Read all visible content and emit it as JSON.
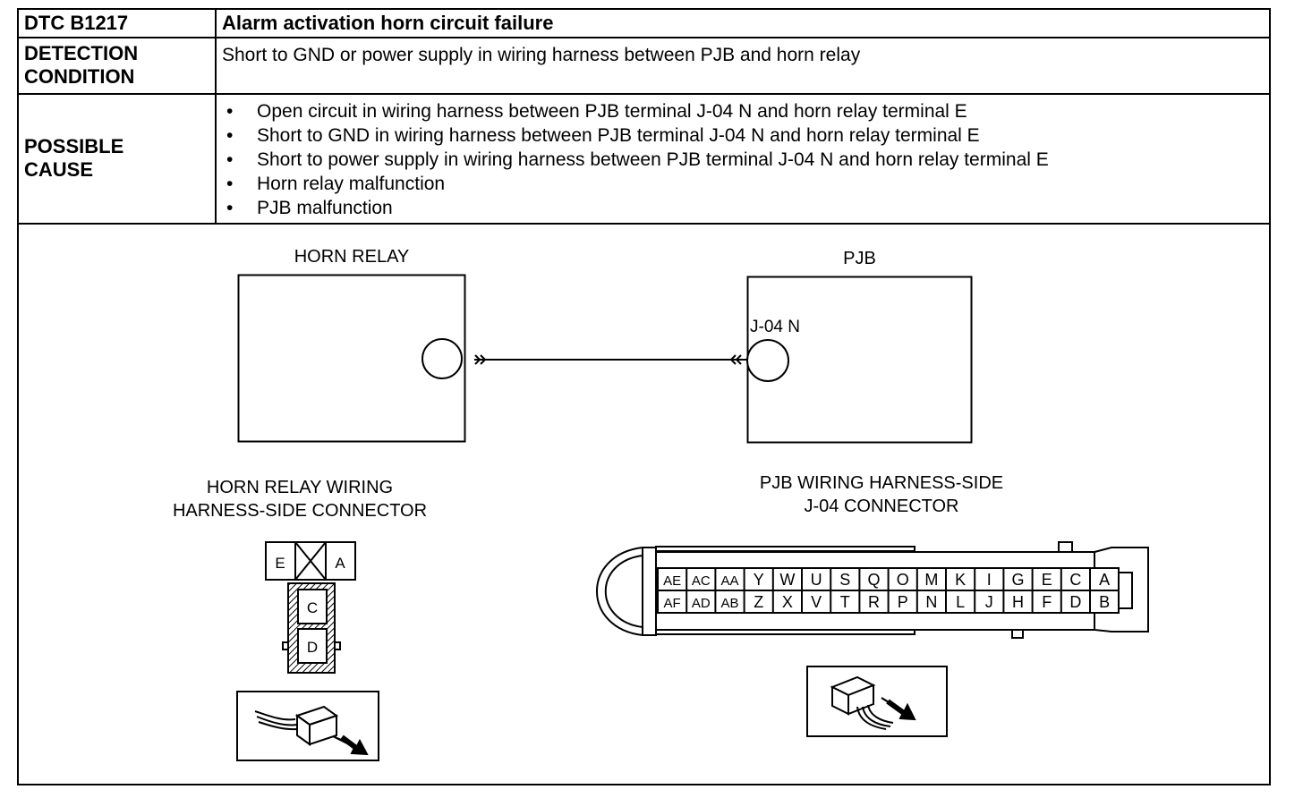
{
  "header": {
    "dtc_code": "DTC B1217",
    "title": "Alarm activation horn circuit failure"
  },
  "detection": {
    "label_line1": "DETECTION",
    "label_line2": "CONDITION",
    "text": "Short to GND or power supply in wiring harness between PJB and horn relay"
  },
  "possible_cause": {
    "label_line1": "POSSIBLE",
    "label_line2": "CAUSE",
    "items": [
      "Open circuit in wiring harness between PJB terminal J-04 N and horn relay terminal E",
      "Short to GND in wiring harness between PJB terminal J-04 N and horn relay terminal E",
      "Short to power supply in wiring harness between PJB terminal J-04 N and horn relay terminal E",
      "Horn relay malfunction",
      "PJB malfunction"
    ]
  },
  "diagram": {
    "horn_relay_title": "HORN RELAY",
    "horn_relay_terminal": "E",
    "pjb_title": "PJB",
    "pjb_terminal": "J-04 N",
    "horn_connector_caption_line1": "HORN RELAY WIRING",
    "horn_connector_caption_line2": "HARNESS-SIDE CONNECTOR",
    "horn_connector_pins": [
      "E",
      "A",
      "C",
      "D"
    ],
    "pjb_connector_caption_line1": "PJB WIRING HARNESS-SIDE",
    "pjb_connector_caption_line2": "J-04 CONNECTOR",
    "pjb_top_row": [
      "AE",
      "AC",
      "AA",
      "Y",
      "W",
      "U",
      "S",
      "Q",
      "O",
      "M",
      "K",
      "I",
      "G",
      "E",
      "C",
      "A"
    ],
    "pjb_bottom_row": [
      "AF",
      "AD",
      "AB",
      "Z",
      "X",
      "V",
      "T",
      "R",
      "P",
      "N",
      "L",
      "J",
      "H",
      "F",
      "D",
      "B"
    ]
  }
}
